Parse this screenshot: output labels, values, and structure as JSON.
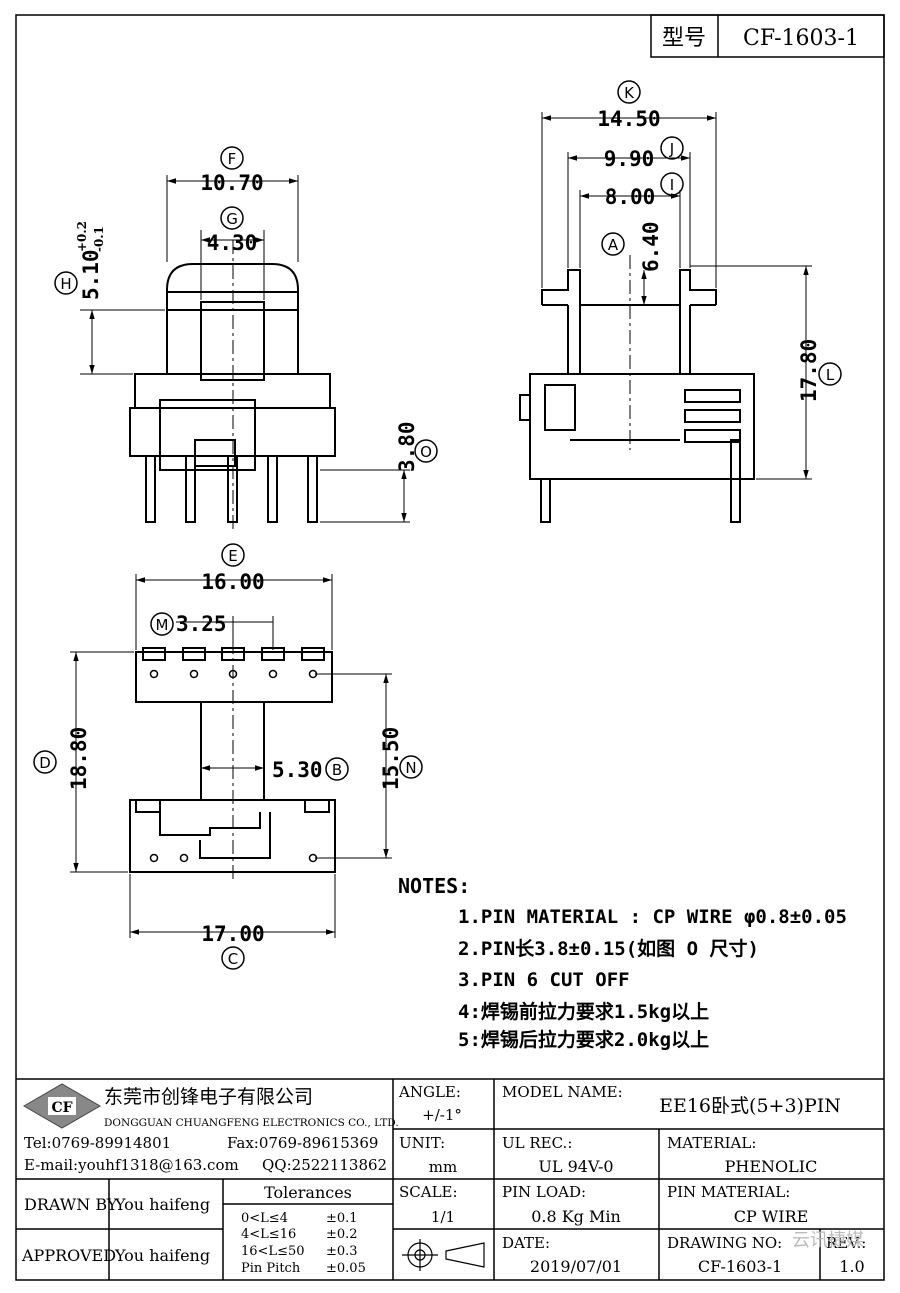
{
  "header": {
    "type_label": "型号",
    "part_no": "CF-1603-1"
  },
  "dimensions": {
    "K": "14.50",
    "J": "9.90",
    "I": "8.00",
    "A": "6.40",
    "L": "17.80",
    "F": "10.70",
    "G": "4.30",
    "H": "5.10",
    "H_tol_plus": "+0.2",
    "H_tol_minus": "-0.1",
    "O": "3.80",
    "E": "16.00",
    "M": "3.25",
    "B": "5.30",
    "D": "18.80",
    "N": "15.50",
    "C": "17.00"
  },
  "dim_letters": {
    "A": "A",
    "B": "B",
    "C": "C",
    "D": "D",
    "E": "E",
    "F": "F",
    "G": "G",
    "H": "H",
    "I": "I",
    "J": "J",
    "K": "K",
    "L": "L",
    "M": "M",
    "N": "N",
    "O": "O"
  },
  "notes": {
    "title": "NOTES:",
    "items": [
      "1.PIN MATERIAL : CP WIRE φ0.8±0.05",
      "2.PIN长3.8±0.15(如图 O 尺寸)",
      "3.PIN 6 CUT OFF",
      "4:焊锡前拉力要求1.5kg以上",
      "5:焊锡后拉力要求2.0kg以上"
    ]
  },
  "company": {
    "logo": "CF",
    "name_cn": "东莞市创锋电子有限公司",
    "name_en": "DONGGUAN CHUANGFENG ELECTRONICS CO., LTD.",
    "tel": "Tel:0769-89914801",
    "fax": "Fax:0769-89615369",
    "email": "E-mail:youhf1318@163.com",
    "qq": "QQ:2522113862"
  },
  "titleblock": {
    "angle_label": "ANGLE:",
    "angle_value": "+/-1°",
    "unit_label": "UNIT:",
    "unit_value": "mm",
    "scale_label": "SCALE:",
    "scale_value": "1/1",
    "model_label": "MODEL NAME:",
    "model_value": "EE16卧式(5+3)PIN",
    "ul_label": "UL REC.:",
    "ul_value": "UL 94V-0",
    "material_label": "MATERIAL:",
    "material_value": "PHENOLIC",
    "pinload_label": "PIN LOAD:",
    "pinload_value": "0.8 Kg Min",
    "pinmat_label": "PIN MATERIAL:",
    "pinmat_value": "CP WIRE",
    "date_label": "DATE:",
    "date_value": "2019/07/01",
    "drawno_label": "DRAWING NO:",
    "drawno_value": "CF-1603-1",
    "rev_label": "REV.:",
    "rev_value": "1.0",
    "drawn_label": "DRAWN BY",
    "drawn_value": "You haifeng",
    "approved_label": "APPROVED",
    "approved_value": "You haifeng",
    "tol_title": "Tolerances",
    "tol_rows": [
      {
        "range": "0<L≤4",
        "tol": "±0.1"
      },
      {
        "range": "4<L≤16",
        "tol": "±0.2"
      },
      {
        "range": "16<L≤50",
        "tol": "±0.3"
      },
      {
        "range": "Pin Pitch",
        "tol": "±0.05"
      }
    ]
  },
  "watermark": "云讯捷媒"
}
